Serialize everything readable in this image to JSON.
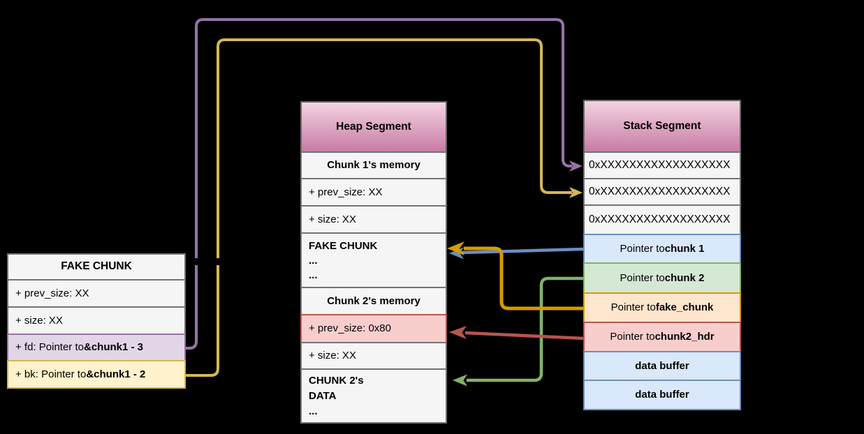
{
  "colors": {
    "background": "#000000",
    "row_fill": "#f5f5f5",
    "border_gray": "#737373",
    "header_gradient_top": "#f4d3e1",
    "header_gradient_bottom": "#c87ba6",
    "arrow_purple": "#9673a6",
    "arrow_yellow": "#d6b656",
    "arrow_blue": "#6c8ebf",
    "arrow_green": "#82b366",
    "arrow_orange": "#d79b00",
    "arrow_red": "#b85450",
    "fill_purple": "#e1d5e7",
    "fill_yellow": "#fff2cc",
    "fill_blue": "#dae8fc",
    "fill_green": "#d5e8d4",
    "fill_orange": "#ffe6cc",
    "fill_red": "#f8cecc",
    "tick_black": "#000000"
  },
  "fake_chunk_table": {
    "title": "FAKE CHUNK",
    "prev_size": "+ prev_size: XX",
    "size": "+ size: XX",
    "fd_prefix": "+ fd: Pointer to ",
    "fd_target": "&chunk1 - 3",
    "bk_prefix": "+ bk: Pointer to ",
    "bk_target": "&chunk1 - 2"
  },
  "heap_segment": {
    "title": "Heap Segment",
    "chunk1_header": "Chunk 1's memory",
    "chunk1_prev_size": "+ prev_size: XX",
    "chunk1_size": "+ size: XX",
    "fake_chunk_lines": [
      "FAKE CHUNK",
      "...",
      "..."
    ],
    "chunk2_header": "Chunk 2's memory",
    "chunk2_prev_size": "+ prev_size: 0x80",
    "chunk2_size": "+ size: XX",
    "chunk2_data_lines": [
      "CHUNK 2's",
      "DATA",
      "..."
    ]
  },
  "stack_segment": {
    "title": "Stack Segment",
    "hex_rows": [
      "0xXXXXXXXXXXXXXXXXXX",
      "0xXXXXXXXXXXXXXXXXXX",
      "0xXXXXXXXXXXXXXXXXXX"
    ],
    "ptr_prefix": "Pointer to ",
    "ptr_chunk1": "chunk 1",
    "ptr_chunk2": "chunk 2",
    "ptr_fake_chunk": "fake_chunk",
    "ptr_chunk2_hdr": "chunk2_hdr",
    "data_buffer_1": "data buffer",
    "data_buffer_2": "data buffer"
  }
}
